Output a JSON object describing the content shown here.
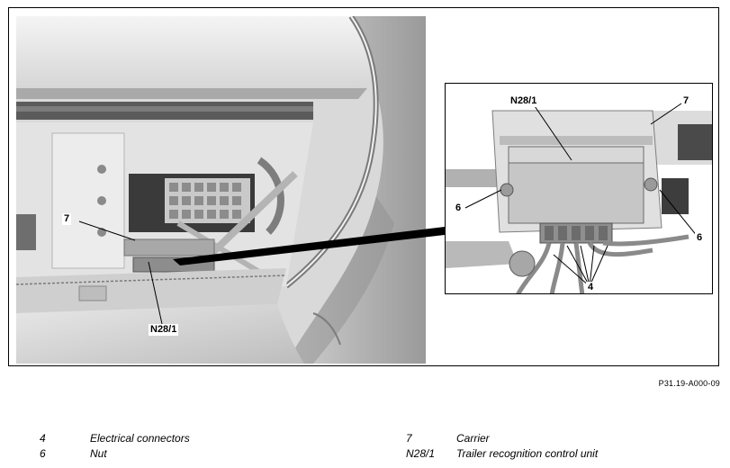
{
  "figure": {
    "reference_code": "P31.19-A000-09"
  },
  "callouts": {
    "main_carrier": "7",
    "main_control_unit": "N28/1",
    "inset_control_unit": "N28/1",
    "inset_carrier": "7",
    "inset_nut_left": "6",
    "inset_nut_right": "6",
    "inset_connectors": "4"
  },
  "legend": [
    {
      "key": "4",
      "label": "Electrical connectors"
    },
    {
      "key": "6",
      "label": "Nut"
    },
    {
      "key": "7",
      "label": "Carrier"
    },
    {
      "key": "N28/1",
      "label": "Trailer recognition control unit"
    }
  ]
}
